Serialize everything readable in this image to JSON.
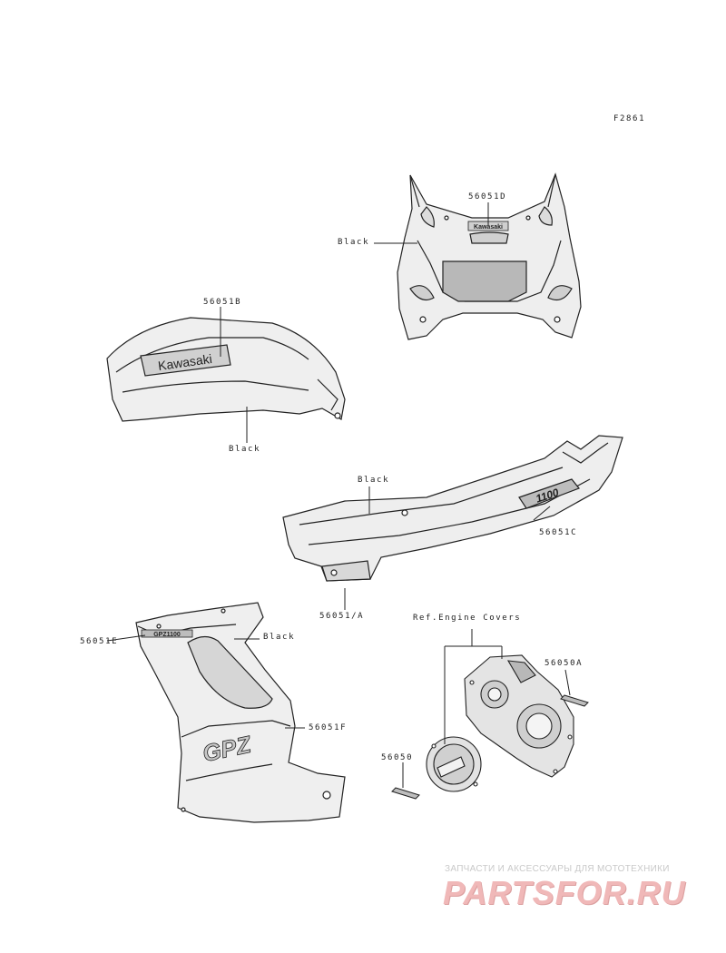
{
  "figure_code": "F2861",
  "labels": {
    "l56051d": "56051D",
    "black_cowl": "Black",
    "l56051b": "56051B",
    "black_tank": "Black",
    "black_tail": "Black",
    "l56051c": "56051C",
    "l56051a": "56051/A",
    "ref_engine": "Ref.Engine Covers",
    "l56051e": "56051E",
    "black_fairing": "Black",
    "l56050a": "56050A",
    "l56051f": "56051F",
    "l56050": "56050"
  },
  "decals": {
    "cowl_logo": "Kawasaki",
    "tank_logo": "Kawasaki",
    "tail_badge": "1100",
    "fairing_script": "GPZ",
    "fairing_small": "GPZ1100"
  },
  "watermark": {
    "tagline": "ЗАПЧАСТИ И АКСЕССУАРЫ ДЛЯ МОТОТЕХНИКИ",
    "brand": "PARTSFOR.RU"
  },
  "colors": {
    "line": "#222222",
    "panel_gray": "#e6e6e6",
    "dark_gray": "#bdbdbd",
    "watermark": "#f0b8b8"
  }
}
